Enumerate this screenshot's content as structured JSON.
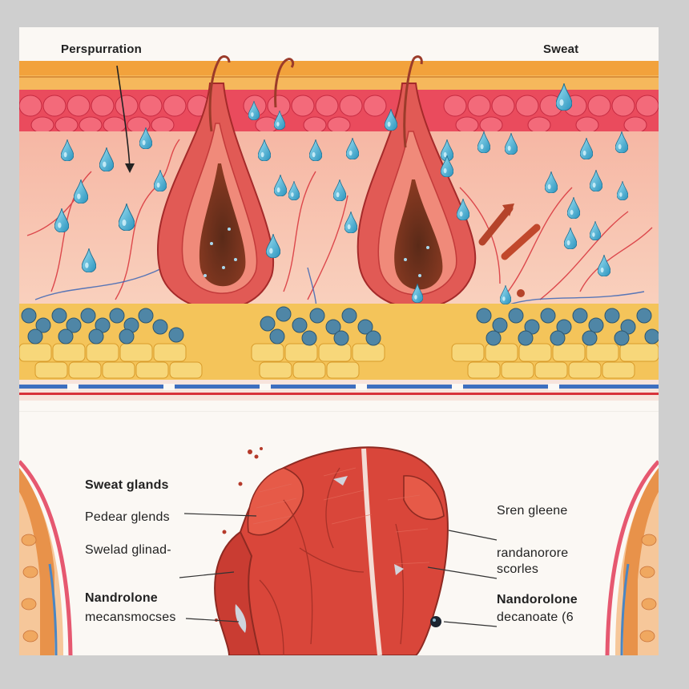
{
  "colors": {
    "background": "#cfcfcf",
    "panel": "#fbf8f4",
    "epidermis": "#e8485a",
    "dermis": "#f7c6b4",
    "fat": "#f3b73e",
    "droplet": "#45b4d8",
    "gland": "#d84a48",
    "muscle": "#d8453a"
  },
  "top_panel": {
    "label_left": "Perspurration",
    "label_right": "Sweat"
  },
  "bottom_panel": {
    "left_labels": [
      "Sweat glands",
      "Pedear glends",
      "Swelad glinad-",
      "Nandrolone",
      "mecansmocses"
    ],
    "right_labels": [
      "Sren gleene",
      "randanorore",
      "scorles",
      "Nandorolone",
      "decanoate (6"
    ]
  },
  "icons": [
    "sweat-droplet-icon",
    "hair-follicle-icon",
    "muscle-torso-icon",
    "arrow-icon"
  ]
}
